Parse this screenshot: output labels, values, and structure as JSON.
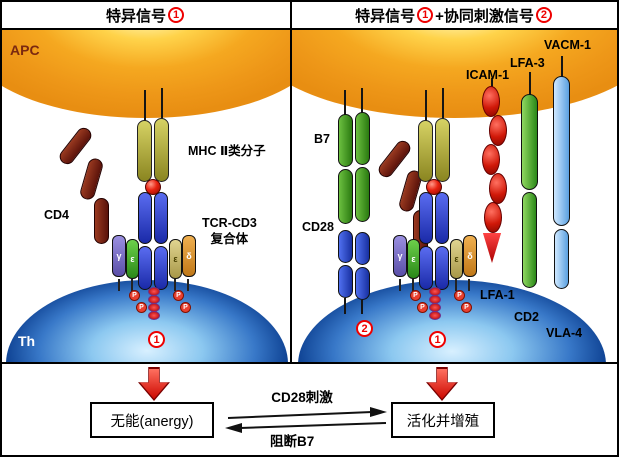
{
  "left_panel": {
    "title_text": "特异信号",
    "apc": "APC",
    "th": "Th",
    "cd4": "CD4",
    "mhc_label": "MHC Ⅱ类分子",
    "tcr_label_1": "TCR-CD3",
    "tcr_label_2": "复合体"
  },
  "right_panel": {
    "title_text_1": "特异信号",
    "title_text_2": "+协同刺激信号",
    "b7": "B7",
    "cd28": "CD28",
    "icam1": "ICAM-1",
    "lfa3": "LFA-3",
    "vacm1": "VACM-1",
    "lfa1": "LFA-1",
    "cd2": "CD2",
    "vla4": "VLA-4"
  },
  "signals": {
    "one": "1",
    "two": "2"
  },
  "cd3": {
    "gamma": "γ",
    "epsilon": "ε",
    "delta": "δ",
    "p": "P"
  },
  "bottom": {
    "anergy": "无能(anergy)",
    "activate": "活化并增殖",
    "stimulate": "CD28刺激",
    "block": "阻断B7"
  },
  "colors": {
    "apc_orange": "#f5a820",
    "apc_glow": "#fff2ae",
    "th_blue": "#0c3f90",
    "signal_red": "#e00000",
    "mhc_olive": "#8a8520",
    "tcr_blue": "#1a2aa8",
    "cd4_maroon": "#5a120a",
    "b7_green": "#2a7a10",
    "cd28_blue": "#1830a0",
    "icam_red": "#d01808",
    "lfa3_green": "#2a8818",
    "vacm_lightblue": "#5aa0e0"
  }
}
